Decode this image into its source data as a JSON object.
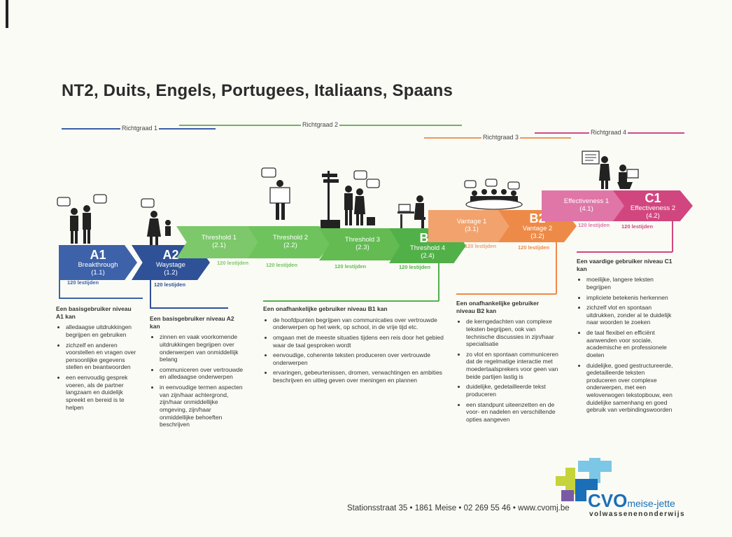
{
  "title": "NT2, Duits, Engels, Portugees, Italiaans, Spaans",
  "richtgraden": [
    {
      "label": "Richtgraad 1",
      "color": "#3a5ea8"
    },
    {
      "label": "Richtgraad 2",
      "color": "#6bb75a"
    },
    {
      "label": "Richtgraad 3",
      "color": "#f0955a"
    },
    {
      "label": "Richtgraad 4",
      "color": "#d04a86"
    }
  ],
  "levels": [
    {
      "code": "A1",
      "name": "Breakthrough",
      "num": "(1.1)",
      "hours": "120 lestijden",
      "color": "#3d62a9"
    },
    {
      "code": "A2",
      "name": "Waystage",
      "num": "(1.2)",
      "hours": "120 lestijden",
      "color": "#2e5197"
    },
    {
      "code": "",
      "name": "Threshold 1",
      "num": "(2.1)",
      "hours": "120 lestijden",
      "color": "#7cc86a"
    },
    {
      "code": "",
      "name": "Threshold 2",
      "num": "(2.2)",
      "hours": "120 lestijden",
      "color": "#6fc35d"
    },
    {
      "code": "",
      "name": "Threshold 3",
      "num": "(2.3)",
      "hours": "120 lestijden",
      "color": "#63bb52"
    },
    {
      "code": "B1",
      "name": "Threshold 4",
      "num": "(2.4)",
      "hours": "120 lestijden",
      "color": "#52b048"
    },
    {
      "code": "",
      "name": "Vantage 1",
      "num": "(3.1)",
      "hours": "120 lestijden",
      "color": "#f2a26c"
    },
    {
      "code": "B2",
      "name": "Vantage 2",
      "num": "(3.2)",
      "hours": "120 lestijden",
      "color": "#ee8a48"
    },
    {
      "code": "",
      "name": "Effectiveness 1",
      "num": "(4.1)",
      "hours": "120 lestijden",
      "color": "#e076a8"
    },
    {
      "code": "C1",
      "name": "Effectiveness 2",
      "num": "(4.2)",
      "hours": "120 lestijden",
      "color": "#d2467f"
    }
  ],
  "descriptions": {
    "a1": {
      "heading": "Een basisgebruiker niveau A1 kan",
      "items": [
        "alledaagse uitdrukkingen begrijpen en gebruiken",
        "zichzelf en anderen voorstellen en vragen over persoonlijke gegevens stellen en beantwoorden",
        "een eenvoudig gesprek voeren, als de partner langzaam en duidelijk spreekt en bereid is te helpen"
      ]
    },
    "a2": {
      "heading": "Een basisgebruiker niveau A2 kan",
      "items": [
        "zinnen en vaak voorkomende uitdrukkingen begrijpen over onderwerpen van onmiddellijk belang",
        "communiceren over vertrouwde en alledaagse onderwerpen",
        "in eenvoudige termen aspecten van zijn/haar achtergrond, zijn/haar onmiddellijke omgeving, zijn/haar onmiddellijke behoeften beschrijven"
      ]
    },
    "b1": {
      "heading": "Een onafhankelijke gebruiker niveau B1 kan",
      "items": [
        "de hoofdpunten begrijpen van communicaties over vertrouwde onderwerpen op het werk, op school, in de vrije tijd etc.",
        "omgaan met de meeste situaties tijdens een reis door het gebied waar de taal gesproken wordt",
        "eenvoudige, coherente teksten produceren over vertrouwde onderwerpen",
        "ervaringen, gebeurtenissen, dromen, verwachtingen en ambities beschrijven en uitleg geven over meningen en plannen"
      ]
    },
    "b2": {
      "heading": "Een onafhankelijke gebruiker niveau B2 kan",
      "items": [
        "de kerngedachten van complexe teksten begrijpen, ook van technische discussies in zijn/haar specialisatie",
        "zo vlot en spontaan communiceren dat de regelmatige interactie met moedertaalsprekers voor geen van beide partijen lastig is",
        "duidelijke, gedetailleerde tekst produceren",
        "een standpunt uiteenzetten en de voor- en nadelen en verschillende opties aangeven"
      ]
    },
    "c1": {
      "heading": "Een vaardige gebruiker niveau C1 kan",
      "items": [
        "moeilijke, langere teksten begrijpen",
        "impliciete betekenis herkennen",
        "zichzelf vlot en spontaan uitdrukken, zonder al te duidelijk naar woorden te zoeken",
        "de taal flexibel en efficiënt aanwenden voor sociale, academische en professionele doelen",
        "duidelijke, goed gestructureerde, gedetailleerde teksten produceren over complexe onderwerpen, met een weloverwogen tekstopbouw, een duidelijke samenhang en goed gebruik van verbindingswoorden"
      ]
    }
  },
  "footer": {
    "address": "Stationsstraat 35 • 1861 Meise • 02 269 55 46 • www.cvomj.be",
    "logo_main": "CVO",
    "logo_suffix": "meise-jette",
    "logo_sub": "volwassenenonderwijs"
  }
}
